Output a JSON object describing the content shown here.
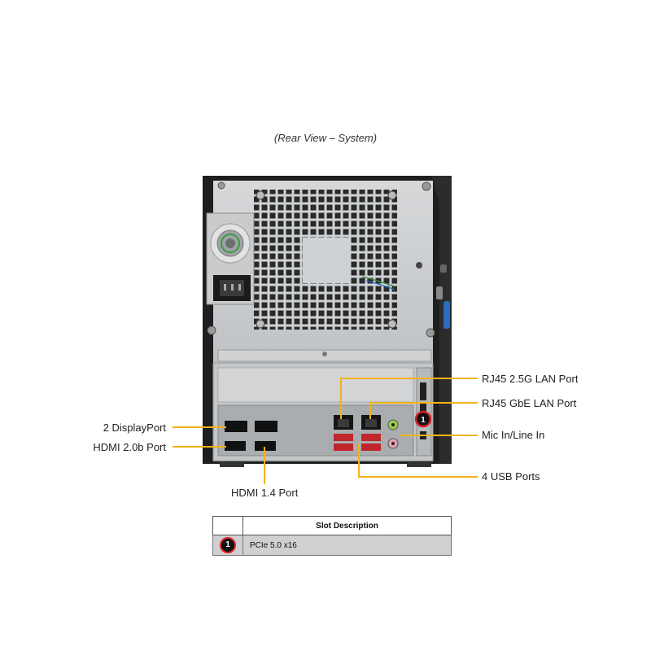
{
  "caption": "(Rear View – System)",
  "callouts": {
    "rj45_25g": "RJ45 2.5G LAN Port",
    "rj45_gbe": "RJ45 GbE LAN Port",
    "mic_line": "Mic In/Line In",
    "usb": "4 USB Ports",
    "displayport": "2 DisplayPort",
    "hdmi_20b": "HDMI 2.0b Port",
    "hdmi_14": "HDMI 1.4 Port"
  },
  "slot_marker": "1",
  "slot_table": {
    "header": "Slot Description",
    "rows": [
      {
        "num": "1",
        "description": "PCIe 5.0 x16"
      }
    ]
  },
  "colors": {
    "callout_line": "#f2b318",
    "badge_ring": "#d9232a",
    "chassis": "#1e1e1e",
    "panel": "#b9bcbf"
  }
}
